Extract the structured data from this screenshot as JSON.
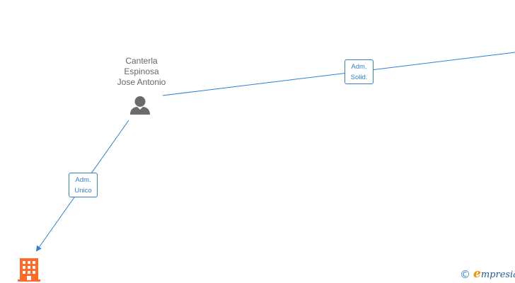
{
  "person": {
    "name_lines": [
      "Canterla",
      "Espinosa",
      "Jose Antonio"
    ],
    "icon": "person-icon"
  },
  "edges": [
    {
      "label_lines": [
        "Adm.",
        "Solid."
      ]
    },
    {
      "label_lines": [
        "Adm.",
        "Unico"
      ]
    }
  ],
  "company": {
    "icon": "building-icon"
  },
  "brand": {
    "copyright_symbol": "©",
    "initial": "e",
    "rest": "mpresia"
  },
  "colors": {
    "edge": "#2f7fd6",
    "person_icon": "#6b6b6b",
    "person_text": "#666666",
    "company_icon": "#ff6a2b",
    "brand_blue": "#1f5c9b",
    "brand_orange": "#f39200"
  }
}
